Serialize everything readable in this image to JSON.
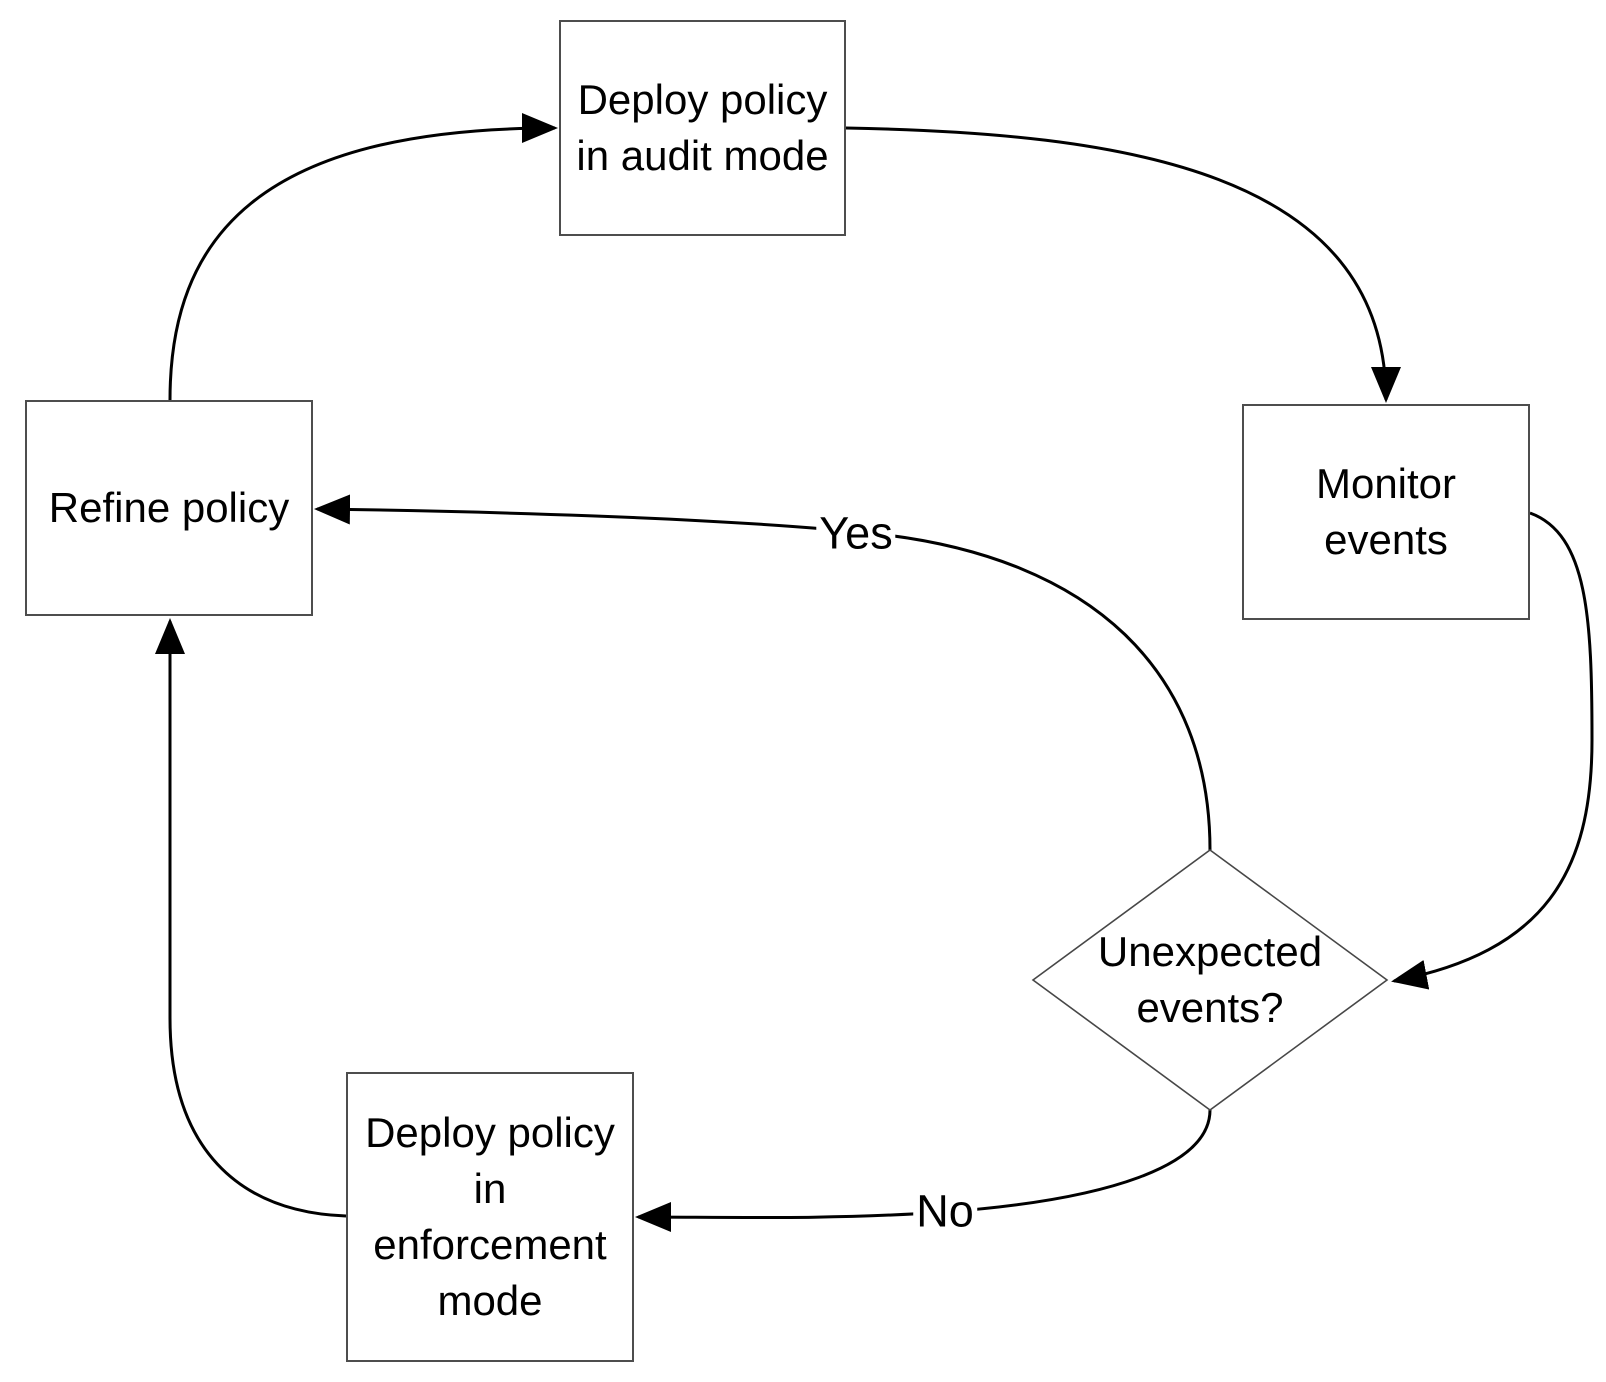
{
  "diagram": {
    "title": "Policy deployment audit loop flowchart",
    "background_color": "#ffffff",
    "line_color": "#000000",
    "box_border_color": "#4d4d4d",
    "nodes": {
      "deploy_audit": {
        "type": "process",
        "label": "Deploy policy\nin audit mode"
      },
      "monitor_events": {
        "type": "process",
        "label": "Monitor\nevents"
      },
      "unexpected_events": {
        "type": "decision",
        "label": "Unexpected\nevents?"
      },
      "refine_policy": {
        "type": "process",
        "label": "Refine policy"
      },
      "deploy_enforcement": {
        "type": "process",
        "label": "Deploy policy\nin\nenforcement\nmode"
      }
    },
    "edges": {
      "refine_to_audit": {
        "from": "refine_policy",
        "to": "deploy_audit",
        "label": ""
      },
      "audit_to_monitor": {
        "from": "deploy_audit",
        "to": "monitor_events",
        "label": ""
      },
      "monitor_to_decision": {
        "from": "monitor_events",
        "to": "unexpected_events",
        "label": ""
      },
      "decision_yes_to_refine": {
        "from": "unexpected_events",
        "to": "refine_policy",
        "label": "Yes"
      },
      "decision_no_to_enforcement": {
        "from": "unexpected_events",
        "to": "deploy_enforcement",
        "label": "No"
      },
      "enforcement_to_refine": {
        "from": "deploy_enforcement",
        "to": "refine_policy",
        "label": ""
      }
    }
  }
}
